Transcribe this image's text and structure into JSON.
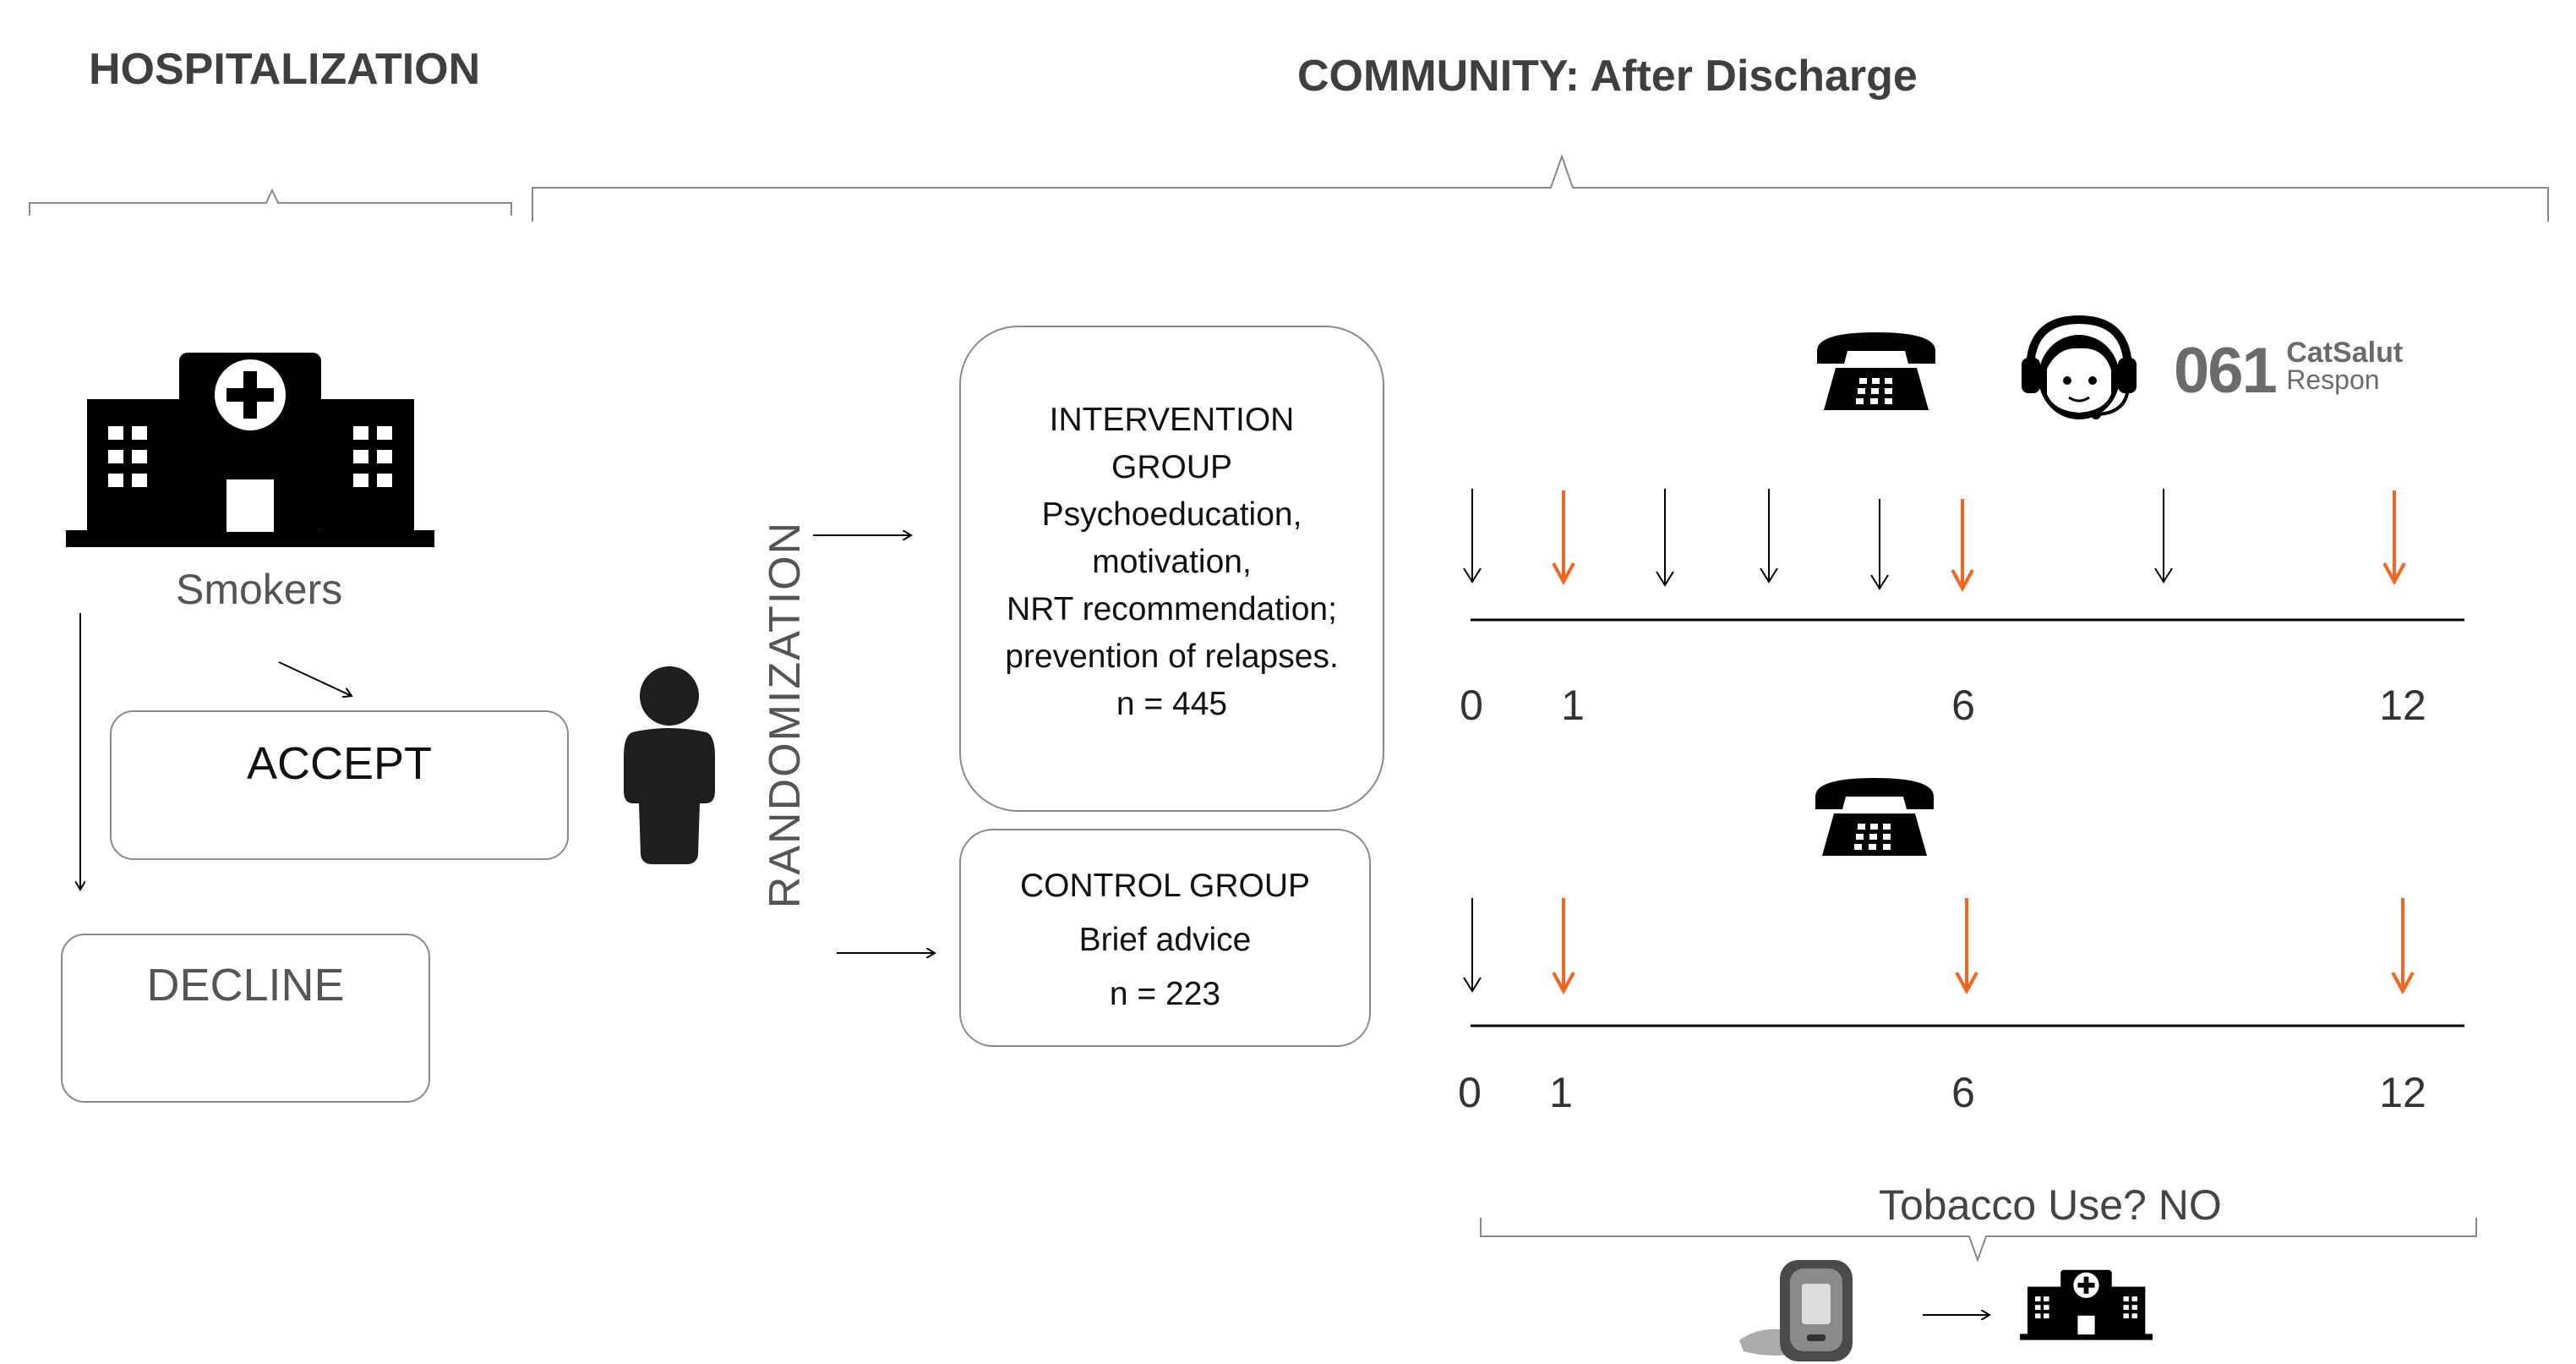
{
  "headers": {
    "hospitalization": "HOSPITALIZATION",
    "community": "COMMUNITY: After Discharge"
  },
  "hospital": {
    "smokers_label": "Smokers",
    "accept_label": "ACCEPT",
    "decline_label": "DECLINE"
  },
  "randomization_label": "RANDOMIZATION",
  "intervention": {
    "lines": [
      "INTERVENTION",
      "GROUP",
      "Psychoeducation,",
      "motivation,",
      "NRT recommendation;",
      "prevention of relapses.",
      "n = 445"
    ]
  },
  "control": {
    "lines": [
      "CONTROL GROUP",
      "Brief advice",
      "n = 223"
    ]
  },
  "logo": {
    "number": "061",
    "brand": "CatSalut",
    "sub": "Respon"
  },
  "timeline_top": {
    "ticks": [
      "0",
      "1",
      "6",
      "12"
    ]
  },
  "timeline_bottom": {
    "ticks": [
      "0",
      "1",
      "6",
      "12"
    ]
  },
  "verification": {
    "question": "Tobacco Use?  NO"
  },
  "colors": {
    "orange_arrow": "#f26522",
    "black_arrow": "#000000",
    "box_border": "#8a8a8a",
    "icon": "#000000"
  },
  "icons": [
    "hospital-icon",
    "person-icon",
    "telephone-icon",
    "headset-agent-icon",
    "co-meter-icon"
  ]
}
